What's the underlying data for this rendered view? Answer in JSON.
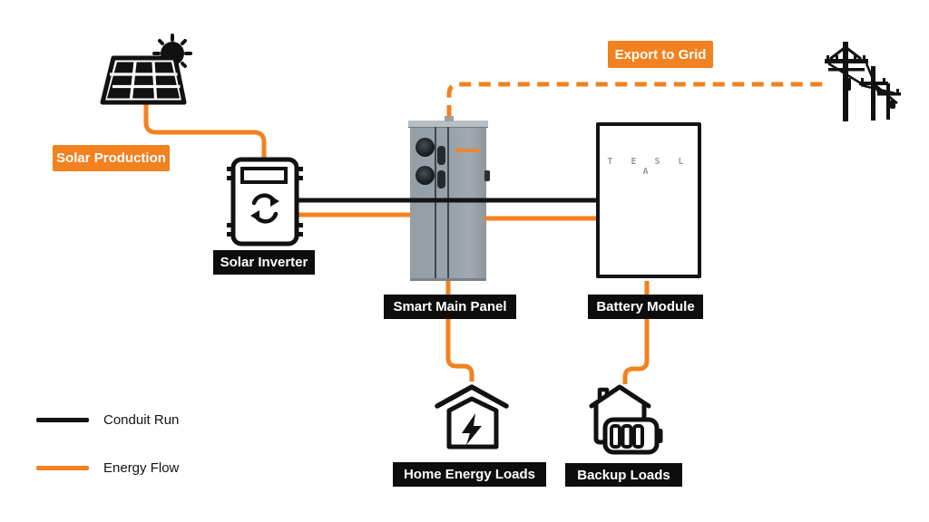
{
  "diagram": {
    "labels": {
      "solar_production": "Solar Production",
      "solar_inverter": "Solar Inverter",
      "smart_main_panel": "Smart Main Panel",
      "battery_module": "Battery Module",
      "export_to_grid": "Export to Grid",
      "home_energy_loads": "Home Energy Loads",
      "backup_loads": "Backup Loads",
      "tesla_wordmark": "T E S L A"
    },
    "legend": {
      "items": [
        {
          "label": "Conduit Run",
          "color": "#141414",
          "style": "solid"
        },
        {
          "label": "Energy Flow",
          "color": "#F2811F",
          "style": "solid"
        }
      ]
    },
    "colors": {
      "energy_flow_orange": "#F2811F",
      "conduit_black": "#141414",
      "label_background": "#0d0d0d",
      "label_text": "#ffffff",
      "panel_gray": "#9AA1A8",
      "tesla_text": "#9B9B9B",
      "background": "#ffffff"
    },
    "connections": [
      {
        "from": "solar-panel",
        "to": "solar-inverter",
        "type": "energy-flow"
      },
      {
        "from": "solar-inverter",
        "to": "smart-main-panel",
        "type": "conduit-run"
      },
      {
        "from": "solar-inverter",
        "to": "smart-main-panel",
        "type": "energy-flow"
      },
      {
        "from": "smart-main-panel",
        "to": "battery-module",
        "type": "conduit-run"
      },
      {
        "from": "smart-main-panel",
        "to": "battery-module",
        "type": "energy-flow"
      },
      {
        "from": "smart-main-panel",
        "to": "utility-grid",
        "type": "energy-flow-dashed",
        "label": "Export to Grid"
      },
      {
        "from": "smart-main-panel",
        "to": "home-energy-loads",
        "type": "energy-flow"
      },
      {
        "from": "battery-module",
        "to": "backup-loads",
        "type": "energy-flow"
      }
    ]
  }
}
